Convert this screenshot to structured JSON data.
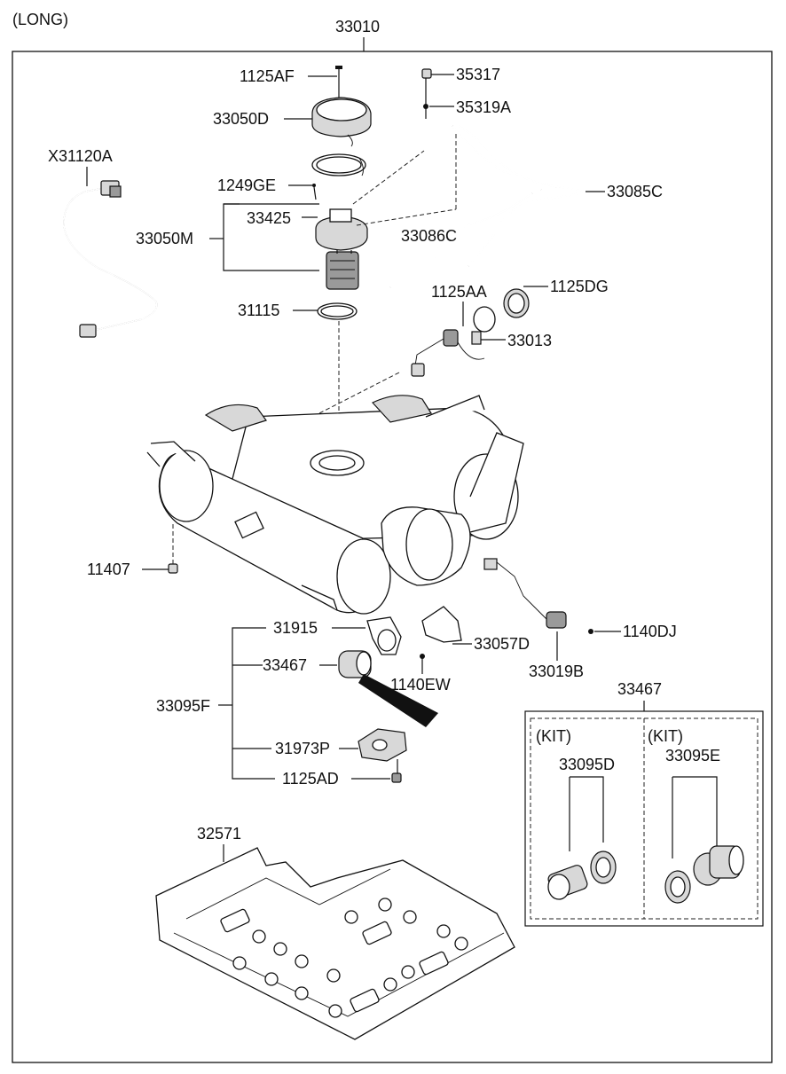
{
  "header": {
    "variant": "(LONG)",
    "assembly_number": "33010"
  },
  "parts": {
    "p_1125AF": "1125AF",
    "p_33050D": "33050D",
    "p_X31120A": "X31120A",
    "p_1249GE": "1249GE",
    "p_33425": "33425",
    "p_33050M": "33050M",
    "p_31115": "31115",
    "p_35317": "35317",
    "p_35319A": "35319A",
    "p_33085C": "33085C",
    "p_33086C": "33086C",
    "p_1125AA": "1125AA",
    "p_1125DG": "1125DG",
    "p_33013": "33013",
    "p_11407": "11407",
    "p_31915": "31915",
    "p_33467": "33467",
    "p_1140EW": "1140EW",
    "p_33095F": "33095F",
    "p_31973P": "31973P",
    "p_1125AD": "1125AD",
    "p_33057D": "33057D",
    "p_1140DJ": "1140DJ",
    "p_33019B": "33019B",
    "p_32571": "32571"
  },
  "kit_box": {
    "title": "33467",
    "left_kit_label": "(KIT)",
    "left_kit_part": "33095D",
    "right_kit_label": "(KIT)",
    "right_kit_part": "33095E"
  },
  "colors": {
    "line": "#111111",
    "fill_light": "#d8d8d8",
    "fill_dark": "#9a9a9a",
    "background": "#ffffff"
  }
}
